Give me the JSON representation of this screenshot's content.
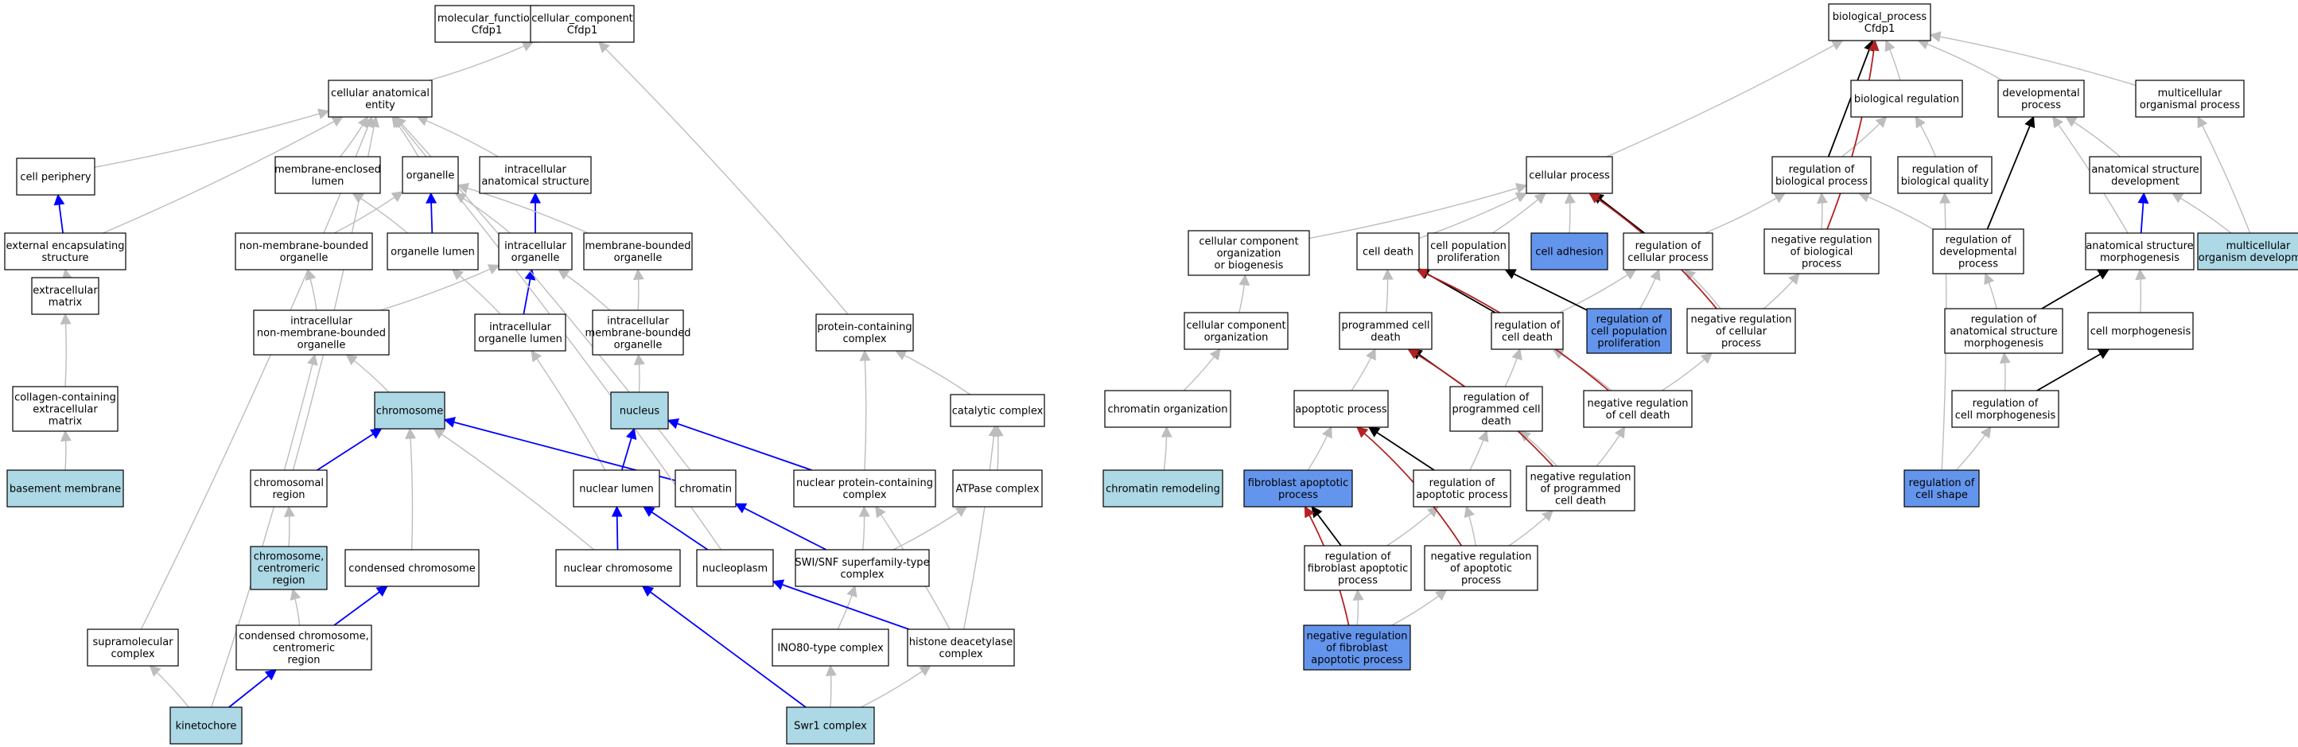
{
  "colors": {
    "plain": "#ffffff",
    "light": "#add8e6",
    "dark": "#6495ed",
    "edge_is_a": "#bdbdbd",
    "edge_part_of": "#0000ff",
    "edge_regulates": "#000000",
    "edge_neg_regulates": "#b22222"
  },
  "nodes": {
    "n_mf": {
      "label": [
        "molecular_function",
        "Cfdp1"
      ],
      "fill": "plain"
    },
    "n_cc": {
      "label": [
        "cellular_component",
        "Cfdp1"
      ],
      "fill": "plain"
    },
    "n_cae": {
      "label": [
        "cellular anatomical",
        "entity"
      ],
      "fill": "plain"
    },
    "n_cperiph": {
      "label": [
        "cell periphery"
      ],
      "fill": "plain"
    },
    "n_membrane": {
      "label": [
        "membrane-enclosed",
        "lumen"
      ],
      "fill": "plain"
    },
    "n_organelle": {
      "label": [
        "organelle"
      ],
      "fill": "plain"
    },
    "n_ias": {
      "label": [
        "intracellular",
        "anatomical structure"
      ],
      "fill": "plain"
    },
    "n_ees": {
      "label": [
        "external encapsulating",
        "structure"
      ],
      "fill": "plain"
    },
    "n_nmbo": {
      "label": [
        "non-membrane-bounded",
        "organelle"
      ],
      "fill": "plain"
    },
    "n_olumen": {
      "label": [
        "organelle lumen"
      ],
      "fill": "plain"
    },
    "n_io": {
      "label": [
        "intracellular",
        "organelle"
      ],
      "fill": "plain"
    },
    "n_mbo": {
      "label": [
        "membrane-bounded",
        "organelle"
      ],
      "fill": "plain"
    },
    "n_ecm": {
      "label": [
        "extracellular",
        "matrix"
      ],
      "fill": "plain"
    },
    "n_inmbo": {
      "label": [
        "intracellular",
        "non-membrane-bounded",
        "organelle"
      ],
      "fill": "plain"
    },
    "n_iol": {
      "label": [
        "intracellular",
        "organelle lumen"
      ],
      "fill": "plain"
    },
    "n_imbo": {
      "label": [
        "intracellular",
        "membrane-bounded",
        "organelle"
      ],
      "fill": "plain"
    },
    "n_pcc": {
      "label": [
        "protein-containing",
        "complex"
      ],
      "fill": "plain"
    },
    "n_colecm": {
      "label": [
        "collagen-containing",
        "extracellular",
        "matrix"
      ],
      "fill": "plain"
    },
    "n_chromosome": {
      "label": [
        "chromosome"
      ],
      "fill": "light"
    },
    "n_nucleus": {
      "label": [
        "nucleus"
      ],
      "fill": "light"
    },
    "n_catalytic": {
      "label": [
        "catalytic complex"
      ],
      "fill": "plain"
    },
    "n_basement": {
      "label": [
        "basement membrane"
      ],
      "fill": "light"
    },
    "n_chromreg": {
      "label": [
        "chromosomal",
        "region"
      ],
      "fill": "plain"
    },
    "n_nlumen": {
      "label": [
        "nuclear lumen"
      ],
      "fill": "plain"
    },
    "n_chromatin": {
      "label": [
        "chromatin"
      ],
      "fill": "plain"
    },
    "n_npcc": {
      "label": [
        "nuclear protein-containing",
        "complex"
      ],
      "fill": "plain"
    },
    "n_atpase": {
      "label": [
        "ATPase complex"
      ],
      "fill": "plain"
    },
    "n_ccreg": {
      "label": [
        "chromosome,",
        "centromeric",
        "region"
      ],
      "fill": "light"
    },
    "n_condchrom": {
      "label": [
        "condensed chromosome"
      ],
      "fill": "plain"
    },
    "n_nchrom": {
      "label": [
        "nuclear chromosome"
      ],
      "fill": "plain"
    },
    "n_nucleoplasm": {
      "label": [
        "nucleoplasm"
      ],
      "fill": "plain"
    },
    "n_swisnf": {
      "label": [
        "SWI/SNF superfamily-type",
        "complex"
      ],
      "fill": "plain"
    },
    "n_supramol": {
      "label": [
        "supramolecular",
        "complex"
      ],
      "fill": "plain"
    },
    "n_condcen": {
      "label": [
        "condensed chromosome,",
        "centromeric",
        "region"
      ],
      "fill": "plain"
    },
    "n_ino80": {
      "label": [
        "INO80-type complex"
      ],
      "fill": "plain"
    },
    "n_hdac": {
      "label": [
        "histone deacetylase",
        "complex"
      ],
      "fill": "plain"
    },
    "n_kinetochore": {
      "label": [
        "kinetochore"
      ],
      "fill": "light"
    },
    "n_swr1": {
      "label": [
        "Swr1 complex"
      ],
      "fill": "light"
    },
    "n_bp": {
      "label": [
        "biological_process",
        "Cfdp1"
      ],
      "fill": "plain"
    },
    "n_bioreg": {
      "label": [
        "biological regulation"
      ],
      "fill": "plain"
    },
    "n_devproc": {
      "label": [
        "developmental",
        "process"
      ],
      "fill": "plain"
    },
    "n_multiproc": {
      "label": [
        "multicellular",
        "organismal process"
      ],
      "fill": "plain"
    },
    "n_cellproc": {
      "label": [
        "cellular process"
      ],
      "fill": "plain"
    },
    "n_regbp": {
      "label": [
        "regulation of",
        "biological process"
      ],
      "fill": "plain"
    },
    "n_regbq": {
      "label": [
        "regulation of",
        "biological quality"
      ],
      "fill": "plain"
    },
    "n_asdev": {
      "label": [
        "anatomical structure",
        "development"
      ],
      "fill": "plain"
    },
    "n_ccob": {
      "label": [
        "cellular component",
        "organization",
        "or biogenesis"
      ],
      "fill": "plain"
    },
    "n_celldeath": {
      "label": [
        "cell death"
      ],
      "fill": "plain"
    },
    "n_cpp": {
      "label": [
        "cell population",
        "proliferation"
      ],
      "fill": "plain"
    },
    "n_celladh": {
      "label": [
        "cell adhesion"
      ],
      "fill": "dark"
    },
    "n_regcp": {
      "label": [
        "regulation of",
        "cellular process"
      ],
      "fill": "plain"
    },
    "n_nrbp": {
      "label": [
        "negative regulation",
        "of biological",
        "process"
      ],
      "fill": "plain"
    },
    "n_regdev": {
      "label": [
        "regulation of",
        "developmental",
        "process"
      ],
      "fill": "plain"
    },
    "n_asmorph": {
      "label": [
        "anatomical structure",
        "morphogenesis"
      ],
      "fill": "plain"
    },
    "n_multidev": {
      "label": [
        "multicellular",
        "organism development"
      ],
      "fill": "light"
    },
    "n_cco": {
      "label": [
        "cellular component",
        "organization"
      ],
      "fill": "plain"
    },
    "n_pcd": {
      "label": [
        "programmed cell",
        "death"
      ],
      "fill": "plain"
    },
    "n_regcd": {
      "label": [
        "regulation of",
        "cell death"
      ],
      "fill": "plain"
    },
    "n_regcpp": {
      "label": [
        "regulation of",
        "cell population",
        "proliferation"
      ],
      "fill": "dark"
    },
    "n_nrcp": {
      "label": [
        "negative regulation",
        "of cellular",
        "process"
      ],
      "fill": "plain"
    },
    "n_regasm": {
      "label": [
        "regulation of",
        "anatomical structure",
        "morphogenesis"
      ],
      "fill": "plain"
    },
    "n_cellmorph": {
      "label": [
        "cell morphogenesis"
      ],
      "fill": "plain"
    },
    "n_chromorg": {
      "label": [
        "chromatin organization"
      ],
      "fill": "plain"
    },
    "n_apoptotic": {
      "label": [
        "apoptotic process"
      ],
      "fill": "plain"
    },
    "n_regpcd": {
      "label": [
        "regulation of",
        "programmed cell",
        "death"
      ],
      "fill": "plain"
    },
    "n_nrcd": {
      "label": [
        "negative regulation",
        "of cell death"
      ],
      "fill": "plain"
    },
    "n_regcm": {
      "label": [
        "regulation of",
        "cell morphogenesis"
      ],
      "fill": "plain"
    },
    "n_chromremod": {
      "label": [
        "chromatin remodeling"
      ],
      "fill": "light"
    },
    "n_fap": {
      "label": [
        "fibroblast apoptotic",
        "process"
      ],
      "fill": "dark"
    },
    "n_regap": {
      "label": [
        "regulation of",
        "apoptotic process"
      ],
      "fill": "plain"
    },
    "n_nrpcd": {
      "label": [
        "negative regulation",
        "of programmed",
        "cell death"
      ],
      "fill": "plain"
    },
    "n_regcs": {
      "label": [
        "regulation of",
        "cell shape"
      ],
      "fill": "dark"
    },
    "n_regfap": {
      "label": [
        "regulation of",
        "fibroblast apoptotic",
        "process"
      ],
      "fill": "plain"
    },
    "n_nrap": {
      "label": [
        "negative regulation",
        "of apoptotic",
        "process"
      ],
      "fill": "plain"
    },
    "n_nrfap": {
      "label": [
        "negative regulation",
        "of fibroblast",
        "apoptotic process"
      ],
      "fill": "dark"
    }
  },
  "edges": [
    [
      "n_cae",
      "n_cc",
      "is_a"
    ],
    [
      "n_cperiph",
      "n_cae",
      "is_a"
    ],
    [
      "n_membrane",
      "n_cae",
      "is_a"
    ],
    [
      "n_organelle",
      "n_cae",
      "is_a"
    ],
    [
      "n_ias",
      "n_cae",
      "is_a"
    ],
    [
      "n_ees",
      "n_cae",
      "is_a"
    ],
    [
      "n_ees",
      "n_cperiph",
      "part_of"
    ],
    [
      "n_nmbo",
      "n_organelle",
      "is_a"
    ],
    [
      "n_olumen",
      "n_membrane",
      "is_a"
    ],
    [
      "n_olumen",
      "n_organelle",
      "part_of"
    ],
    [
      "n_io",
      "n_organelle",
      "is_a"
    ],
    [
      "n_io",
      "n_ias",
      "part_of"
    ],
    [
      "n_mbo",
      "n_organelle",
      "is_a"
    ],
    [
      "n_ecm",
      "n_ees",
      "is_a"
    ],
    [
      "n_inmbo",
      "n_nmbo",
      "is_a"
    ],
    [
      "n_inmbo",
      "n_io",
      "is_a"
    ],
    [
      "n_iol",
      "n_olumen",
      "is_a"
    ],
    [
      "n_iol",
      "n_io",
      "part_of"
    ],
    [
      "n_imbo",
      "n_io",
      "is_a"
    ],
    [
      "n_imbo",
      "n_mbo",
      "is_a"
    ],
    [
      "n_pcc",
      "n_cc",
      "is_a"
    ],
    [
      "n_colecm",
      "n_ecm",
      "is_a"
    ],
    [
      "n_chromosome",
      "n_inmbo",
      "is_a"
    ],
    [
      "n_nucleus",
      "n_imbo",
      "is_a"
    ],
    [
      "n_catalytic",
      "n_pcc",
      "is_a"
    ],
    [
      "n_basement",
      "n_colecm",
      "is_a"
    ],
    [
      "n_chromreg",
      "n_chromosome",
      "part_of"
    ],
    [
      "n_chromreg",
      "n_cae",
      "is_a"
    ],
    [
      "n_nlumen",
      "n_iol",
      "is_a"
    ],
    [
      "n_nlumen",
      "n_nucleus",
      "part_of"
    ],
    [
      "n_chromatin",
      "n_chromosome",
      "part_of"
    ],
    [
      "n_chromatin",
      "n_cae",
      "is_a"
    ],
    [
      "n_npcc",
      "n_pcc",
      "is_a"
    ],
    [
      "n_npcc",
      "n_nucleus",
      "part_of"
    ],
    [
      "n_atpase",
      "n_catalytic",
      "is_a"
    ],
    [
      "n_ccreg",
      "n_chromreg",
      "is_a"
    ],
    [
      "n_condchrom",
      "n_chromosome",
      "is_a"
    ],
    [
      "n_nchrom",
      "n_chromosome",
      "is_a"
    ],
    [
      "n_nchrom",
      "n_nlumen",
      "part_of"
    ],
    [
      "n_nucleoplasm",
      "n_nlumen",
      "part_of"
    ],
    [
      "n_nucleoplasm",
      "n_cae",
      "is_a"
    ],
    [
      "n_swisnf",
      "n_npcc",
      "is_a"
    ],
    [
      "n_swisnf",
      "n_atpase",
      "is_a"
    ],
    [
      "n_swisnf",
      "n_chromatin",
      "part_of"
    ],
    [
      "n_supramol",
      "n_cae",
      "is_a"
    ],
    [
      "n_condcen",
      "n_ccreg",
      "is_a"
    ],
    [
      "n_condcen",
      "n_condchrom",
      "part_of"
    ],
    [
      "n_ino80",
      "n_swisnf",
      "is_a"
    ],
    [
      "n_hdac",
      "n_catalytic",
      "is_a"
    ],
    [
      "n_hdac",
      "n_npcc",
      "is_a"
    ],
    [
      "n_hdac",
      "n_nucleoplasm",
      "part_of"
    ],
    [
      "n_kinetochore",
      "n_supramol",
      "is_a"
    ],
    [
      "n_kinetochore",
      "n_inmbo",
      "is_a"
    ],
    [
      "n_kinetochore",
      "n_condcen",
      "part_of"
    ],
    [
      "n_swr1",
      "n_ino80",
      "is_a"
    ],
    [
      "n_swr1",
      "n_hdac",
      "is_a"
    ],
    [
      "n_swr1",
      "n_nchrom",
      "part_of"
    ],
    [
      "n_cellproc",
      "n_bp",
      "is_a"
    ],
    [
      "n_bioreg",
      "n_bp",
      "is_a"
    ],
    [
      "n_devproc",
      "n_bp",
      "is_a"
    ],
    [
      "n_multiproc",
      "n_bp",
      "is_a"
    ],
    [
      "n_regbp",
      "n_bioreg",
      "is_a"
    ],
    [
      "n_regbp",
      "n_bp",
      "regulates"
    ],
    [
      "n_regbq",
      "n_bioreg",
      "is_a"
    ],
    [
      "n_asdev",
      "n_devproc",
      "is_a"
    ],
    [
      "n_ccob",
      "n_cellproc",
      "is_a"
    ],
    [
      "n_celldeath",
      "n_cellproc",
      "is_a"
    ],
    [
      "n_cpp",
      "n_cellproc",
      "is_a"
    ],
    [
      "n_celladh",
      "n_cellproc",
      "is_a"
    ],
    [
      "n_regcp",
      "n_regbp",
      "is_a"
    ],
    [
      "n_regcp",
      "n_cellproc",
      "regulates"
    ],
    [
      "n_nrbp",
      "n_regbp",
      "is_a"
    ],
    [
      "n_nrbp",
      "n_bp",
      "neg_regulates"
    ],
    [
      "n_regdev",
      "n_regbp",
      "is_a"
    ],
    [
      "n_regdev",
      "n_devproc",
      "regulates"
    ],
    [
      "n_asmorph",
      "n_devproc",
      "is_a"
    ],
    [
      "n_asmorph",
      "n_asdev",
      "part_of"
    ],
    [
      "n_multidev",
      "n_multiproc",
      "is_a"
    ],
    [
      "n_multidev",
      "n_asdev",
      "is_a"
    ],
    [
      "n_cco",
      "n_ccob",
      "is_a"
    ],
    [
      "n_pcd",
      "n_celldeath",
      "is_a"
    ],
    [
      "n_regcd",
      "n_regcp",
      "is_a"
    ],
    [
      "n_regcd",
      "n_celldeath",
      "regulates"
    ],
    [
      "n_regcpp",
      "n_regcp",
      "is_a"
    ],
    [
      "n_regcpp",
      "n_cpp",
      "regulates"
    ],
    [
      "n_nrcp",
      "n_regcp",
      "is_a"
    ],
    [
      "n_nrcp",
      "n_nrbp",
      "is_a"
    ],
    [
      "n_nrcp",
      "n_cellproc",
      "neg_regulates"
    ],
    [
      "n_regasm",
      "n_regdev",
      "is_a"
    ],
    [
      "n_regasm",
      "n_asmorph",
      "regulates"
    ],
    [
      "n_cellmorph",
      "n_asmorph",
      "is_a"
    ],
    [
      "n_chromorg",
      "n_cco",
      "is_a"
    ],
    [
      "n_apoptotic",
      "n_pcd",
      "is_a"
    ],
    [
      "n_regpcd",
      "n_regcd",
      "is_a"
    ],
    [
      "n_regpcd",
      "n_pcd",
      "regulates"
    ],
    [
      "n_nrcd",
      "n_regcd",
      "is_a"
    ],
    [
      "n_nrcd",
      "n_nrcp",
      "is_a"
    ],
    [
      "n_nrcd",
      "n_celldeath",
      "neg_regulates"
    ],
    [
      "n_regcm",
      "n_regasm",
      "is_a"
    ],
    [
      "n_regcm",
      "n_cellmorph",
      "regulates"
    ],
    [
      "n_chromremod",
      "n_chromorg",
      "is_a"
    ],
    [
      "n_fap",
      "n_apoptotic",
      "is_a"
    ],
    [
      "n_regap",
      "n_regpcd",
      "is_a"
    ],
    [
      "n_regap",
      "n_apoptotic",
      "regulates"
    ],
    [
      "n_nrpcd",
      "n_regpcd",
      "is_a"
    ],
    [
      "n_nrpcd",
      "n_nrcd",
      "is_a"
    ],
    [
      "n_nrpcd",
      "n_pcd",
      "neg_regulates"
    ],
    [
      "n_regcs",
      "n_regcm",
      "is_a"
    ],
    [
      "n_regcs",
      "n_regbq",
      "is_a"
    ],
    [
      "n_regfap",
      "n_regap",
      "is_a"
    ],
    [
      "n_regfap",
      "n_fap",
      "regulates"
    ],
    [
      "n_nrap",
      "n_regap",
      "is_a"
    ],
    [
      "n_nrap",
      "n_nrpcd",
      "is_a"
    ],
    [
      "n_nrap",
      "n_apoptotic",
      "neg_regulates"
    ],
    [
      "n_nrfap",
      "n_regfap",
      "is_a"
    ],
    [
      "n_nrfap",
      "n_nrap",
      "is_a"
    ],
    [
      "n_nrfap",
      "n_fap",
      "neg_regulates"
    ]
  ]
}
